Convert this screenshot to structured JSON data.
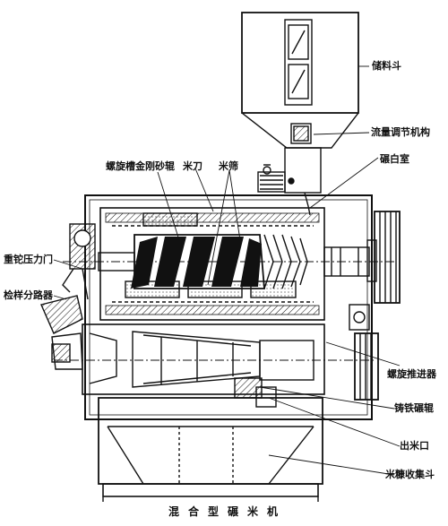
{
  "labels": {
    "hopper": "储料斗",
    "flow_mechanism": "流量调节机构",
    "whitening_chamber": "碾白室",
    "spiral_roller": "螺旋槽金刚砂辊",
    "rice_knife": "米刀",
    "rice_sieve": "米筛",
    "weight_door": "重铊压力门",
    "sample_divider": "检样分路器",
    "screw_feeder": "螺旋推进器",
    "iron_roller": "铸铁碾辊",
    "rice_outlet": "出米口",
    "bran_hopper": "米糠收集斗"
  },
  "caption": "混合型碾米机"
}
